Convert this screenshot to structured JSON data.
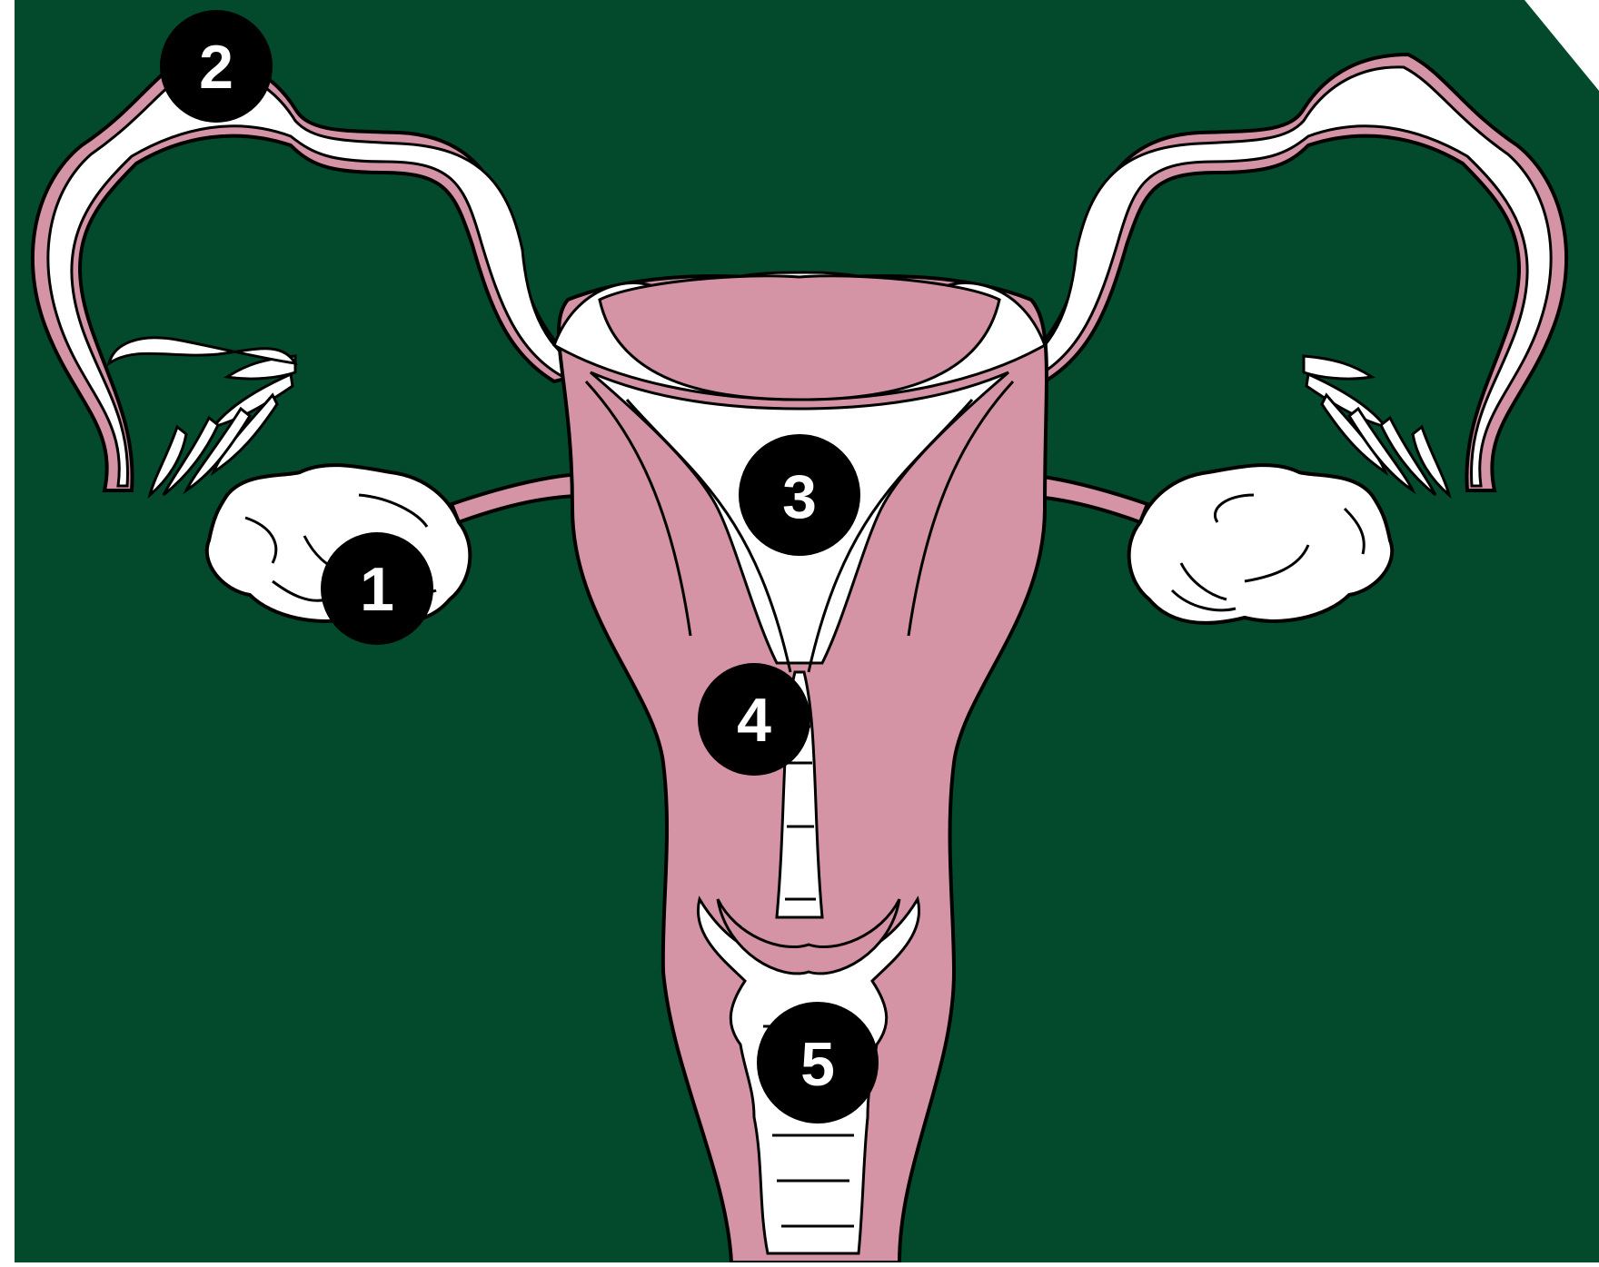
{
  "colors": {
    "background": "#034a2d",
    "tissue": "#d593a6",
    "lining": "#ffffff",
    "outline": "#000000",
    "marker_fill": "#000000",
    "marker_text": "#ffffff"
  },
  "markers": [
    {
      "id": "1",
      "label": "1"
    },
    {
      "id": "2",
      "label": "2"
    },
    {
      "id": "3",
      "label": "3"
    },
    {
      "id": "4",
      "label": "4"
    },
    {
      "id": "5",
      "label": "5"
    }
  ]
}
